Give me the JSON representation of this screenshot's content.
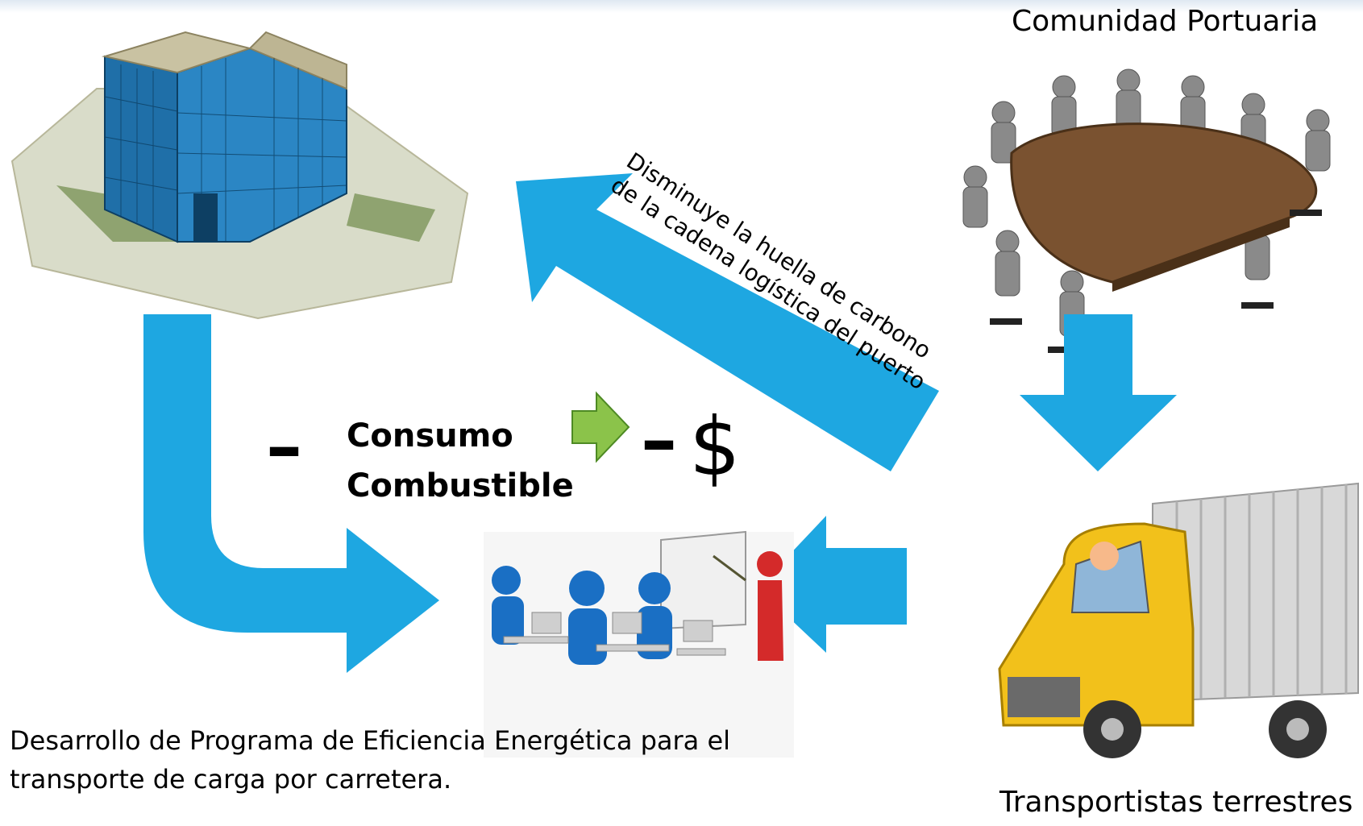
{
  "labels": {
    "comunidad": "Comunidad Portuaria",
    "transportistas": "Transportistas terrestres",
    "programa": "Desarrollo de Programa de Eficiencia Energética para el transporte de carga por carretera.",
    "consumo_line1": "Consumo",
    "consumo_line2": "Combustible",
    "minus": "–",
    "dollar": "$",
    "arrow_line1": "Disminuye la huella de carbono",
    "arrow_line2": "de la cadena logística del puerto"
  },
  "colors": {
    "arrow_blue": "#1ea7e1",
    "arrow_green": "#8bc34a",
    "building_glass": "#1f6fa8",
    "table_brown": "#7a5230",
    "truck_yellow": "#f2c11b",
    "person_blue": "#1a6fc4",
    "person_red": "#d42a2a"
  },
  "icons": [
    "building-illustration",
    "meeting-table-illustration",
    "truck-illustration",
    "training-illustration"
  ]
}
